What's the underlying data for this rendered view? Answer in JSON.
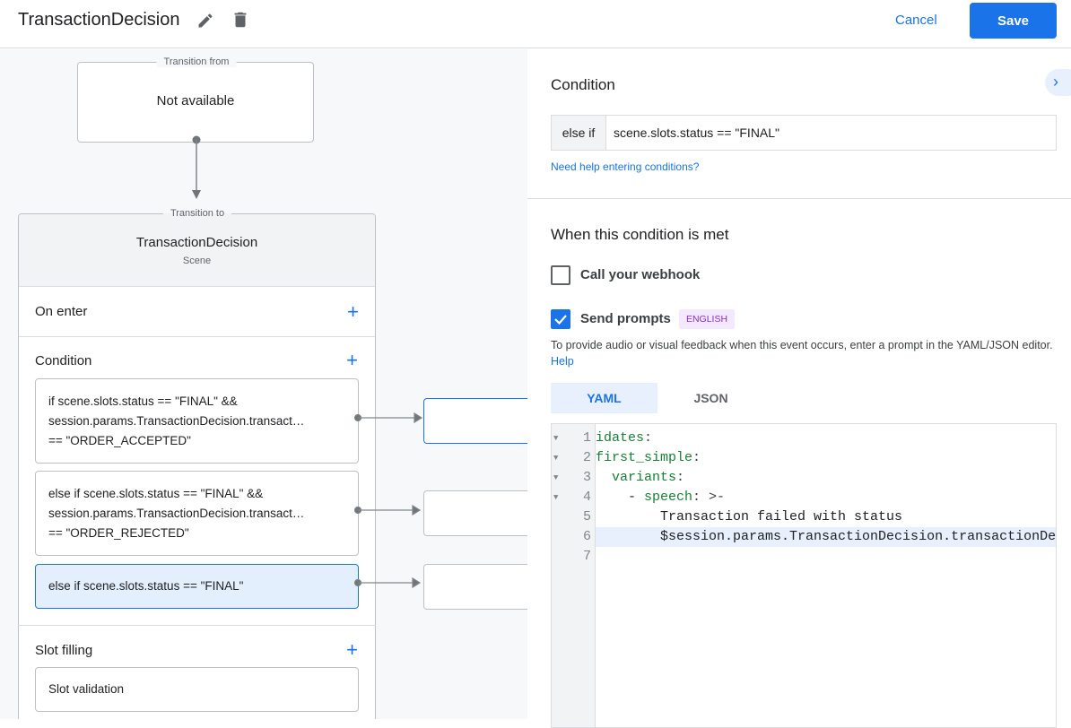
{
  "header": {
    "title": "TransactionDecision",
    "edit_icon": "pencil-icon",
    "delete_icon": "trash-icon",
    "cancel_label": "Cancel",
    "save_label": "Save"
  },
  "canvas": {
    "from": {
      "legend": "Transition from",
      "value": "Not available"
    },
    "to": {
      "legend": "Transition to",
      "name": "TransactionDecision",
      "type": "Scene"
    },
    "on_enter": "On enter",
    "condition": {
      "label": "Condition",
      "items": [
        {
          "lines": [
            "if scene.slots.status == \"FINAL\" &&",
            "session.params.TransactionDecision.transact…",
            "== \"ORDER_ACCEPTED\""
          ]
        },
        {
          "lines": [
            "else if scene.slots.status == \"FINAL\" &&",
            "session.params.TransactionDecision.transact…",
            "== \"ORDER_REJECTED\""
          ]
        },
        {
          "lines": [
            "else if scene.slots.status == \"FINAL\""
          ],
          "selected": true
        }
      ]
    },
    "slot_filling": "Slot filling",
    "slot_validation": "Slot validation"
  },
  "panel": {
    "condition_title": "Condition",
    "prefix": "else if",
    "condition_value": "scene.slots.status == \"FINAL\"",
    "help_link": "Need help entering conditions?",
    "when_title": "When this condition is met",
    "webhook": {
      "label": "Call your webhook",
      "checked": false
    },
    "prompts": {
      "label": "Send prompts",
      "checked": true,
      "badge": "ENGLISH"
    },
    "description": "To provide audio or visual feedback when this event occurs, enter a prompt in the YAML/JSON editor.",
    "help": "Help",
    "tabs": [
      {
        "label": "YAML",
        "active": true
      },
      {
        "label": "JSON",
        "active": false
      }
    ],
    "editor": {
      "lines": [
        {
          "n": "1",
          "key": "idates",
          "rest": ":",
          "fold": true
        },
        {
          "n": "2",
          "key": "first_simple",
          "rest": ":",
          "fold": true
        },
        {
          "n": "3",
          "indent": "  ",
          "key": "variants",
          "rest": ":",
          "fold": true
        },
        {
          "n": "4",
          "indent": "    - ",
          "key": "speech",
          "rest": ": >-",
          "fold": true
        },
        {
          "n": "5",
          "indent": "        ",
          "text": "Transaction failed with status"
        },
        {
          "n": "6",
          "indent": "        ",
          "text": "$session.params.TransactionDecision.transactionDecision",
          "highlight": true
        },
        {
          "n": "7",
          "text": ""
        }
      ]
    }
  },
  "colors": {
    "accent": "#1a73e8",
    "selected_bg": "#e8f0fe",
    "badge_bg": "#f3e8fd",
    "badge_text": "#8430ce",
    "yaml_key": "#188038"
  }
}
